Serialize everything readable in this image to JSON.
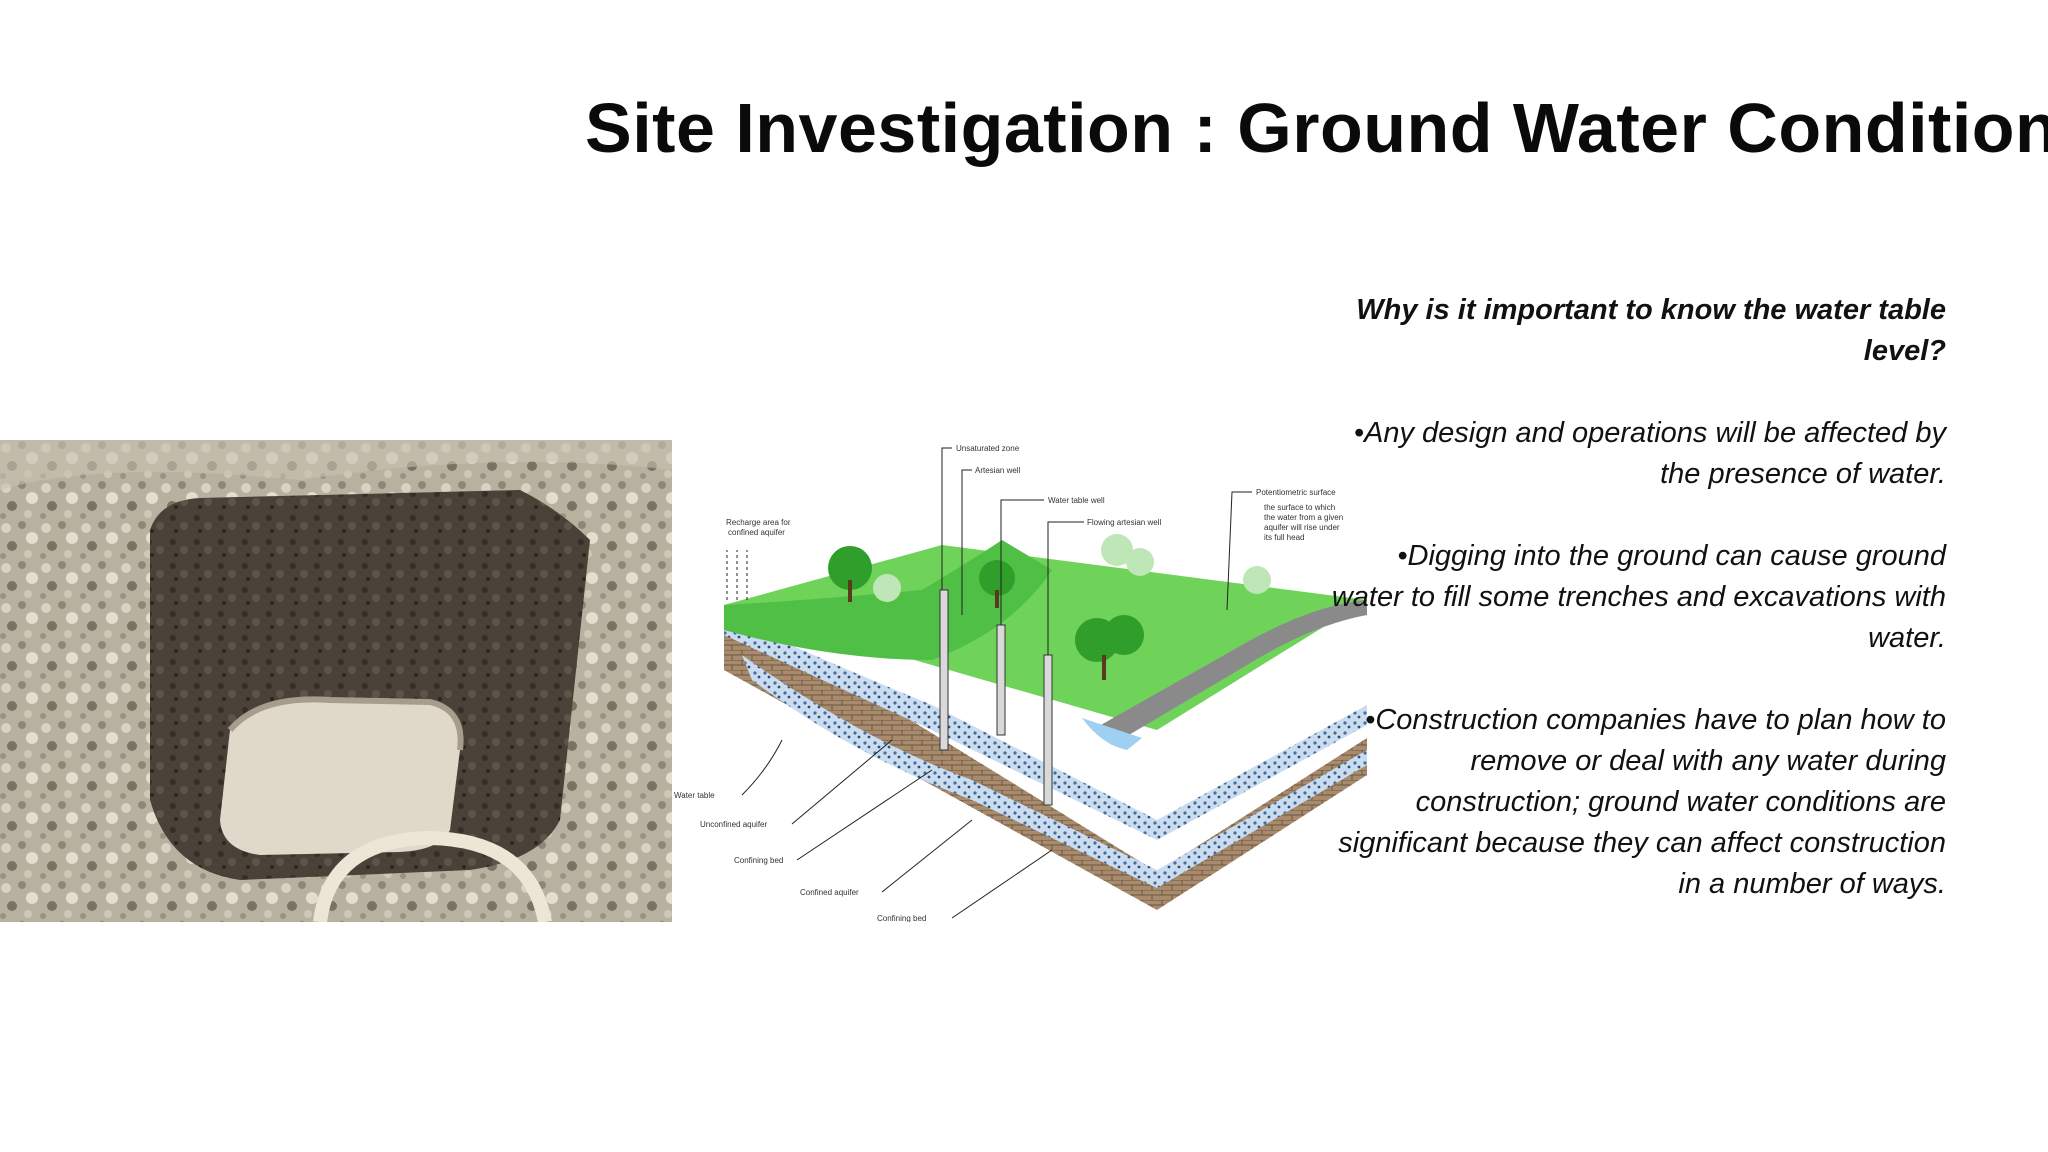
{
  "slide": {
    "title": "Site Investigation : Ground Water Condition",
    "question": "Why is it important to know the water table level?",
    "bullets": [
      "•Any design and operations will be affected by the presence of water.",
      "•Digging into the ground can cause ground water to fill some trenches and excavations with water.",
      "•Construction companies have to plan how to remove or deal with any water during construction; ground water conditions are significant because they can affect construction in a number of ways."
    ]
  },
  "diagram": {
    "labels": {
      "unsaturated_zone": "Unsaturated zone",
      "artesian_well": "Artesian well",
      "water_table_well": "Water table well",
      "flowing_artesian_well": "Flowing artesian well",
      "potentiometric_surface": "Potentiometric surface",
      "potentiometric_note": [
        "the surface to which",
        "the water from a given",
        "aquifer will rise under",
        "its full head"
      ],
      "recharge_area": [
        "Recharge area for",
        "confined aquifer"
      ],
      "water_table": "Water table",
      "unconfined_aquifer": "Unconfined aquifer",
      "confining_bed_1": "Confining bed",
      "confined_aquifer": "Confined aquifer",
      "confining_bed_2": "Confining bed"
    }
  }
}
